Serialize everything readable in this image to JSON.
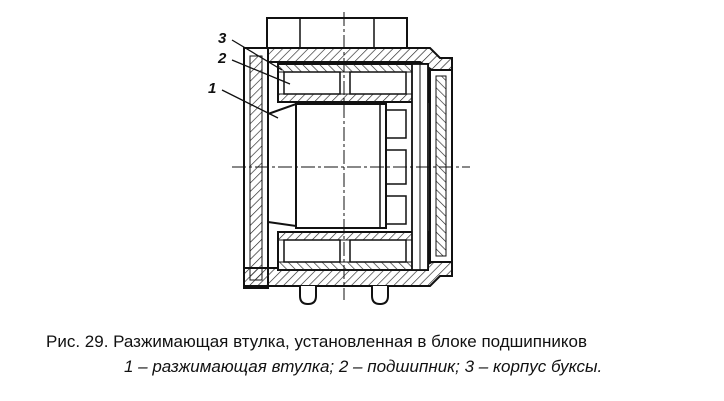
{
  "figure": {
    "callouts": [
      {
        "number": "1"
      },
      {
        "number": "2"
      },
      {
        "number": "3"
      }
    ],
    "caption": {
      "title": "Рис. 29. Разжимающая втулка, установленная в блоке подшипников",
      "legend": "1 – разжимающая втулка;  2 – подшипник;  3 – корпус буксы."
    }
  }
}
